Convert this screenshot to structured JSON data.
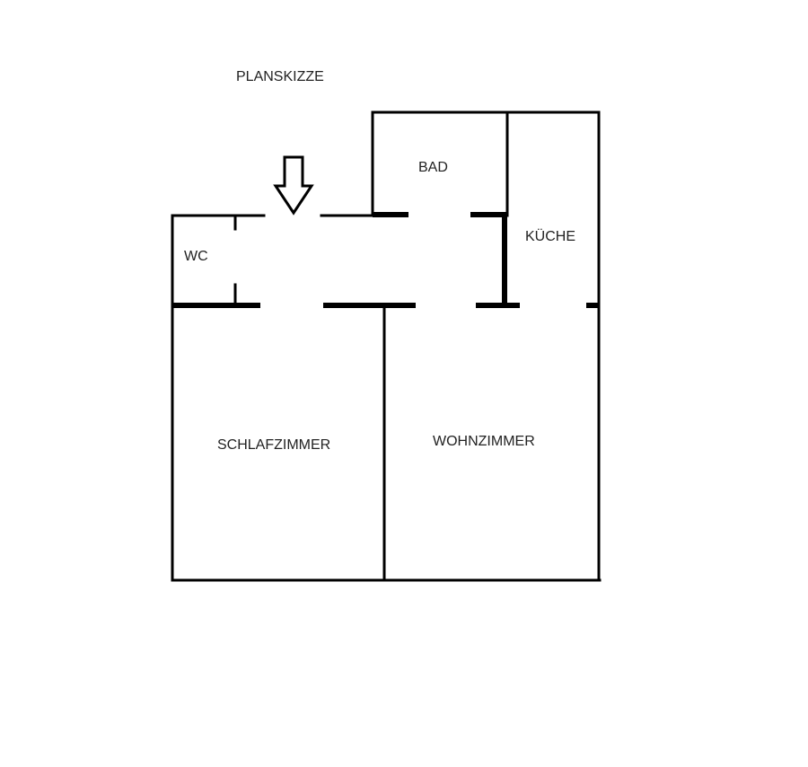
{
  "title": "PLANSKIZZE",
  "rooms": {
    "bad": "BAD",
    "kueche": "KÜCHE",
    "wc": "WC",
    "schlafzimmer": "SCHLAFZIMMER",
    "wohnzimmer": "WOHNZIMMER"
  },
  "colors": {
    "wall": "#000000",
    "background": "#ffffff"
  }
}
